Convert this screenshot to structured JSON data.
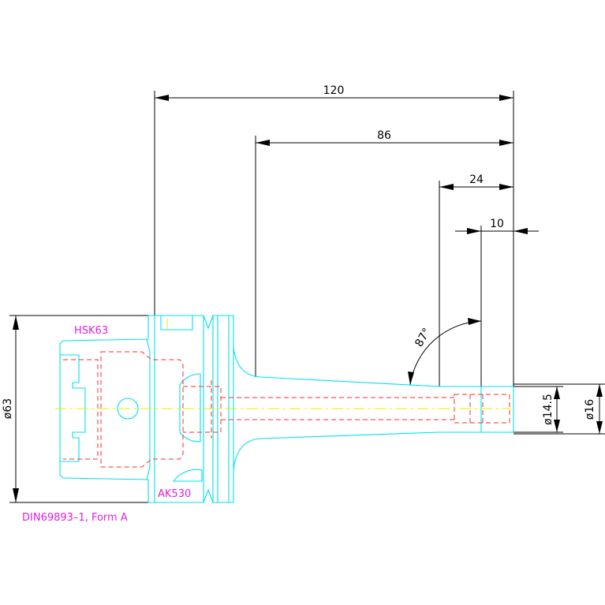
{
  "dimensions": {
    "overall_length": "120",
    "neck_length": "86",
    "clamp_length": "24",
    "bore_depth": "10",
    "taper_angle": "87°",
    "flange_diameter": "ø63",
    "bore_diameter": "ø14.5",
    "outer_diameter": "ø16"
  },
  "labels": {
    "taper": "HSK63",
    "collar": "AK530",
    "standard": "DIN69893–1, Form A"
  },
  "colors": {
    "outline": "#00e0ee",
    "hidden": "#ff2a2a",
    "centerline": "#e8e800",
    "annotation": "#e020e0",
    "dimension": "#000000"
  }
}
